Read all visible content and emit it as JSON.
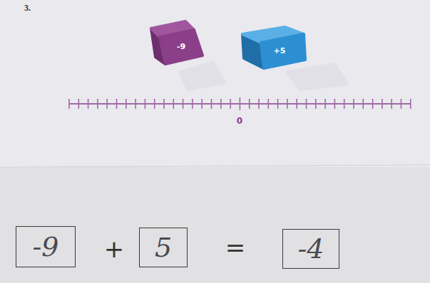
{
  "diagram": {
    "nodes": [
      {
        "text": [
          "-9"
        ]
      },
      {
        "text": [
          "+5"
        ]
      },
      {
        "text": [
          "-9"
        ]
      },
      {
        "text": [
          "5"
        ]
      },
      {
        "text": [
          "-4"
        ]
      }
    ],
    "labels": [
      "3.",
      "0",
      "+",
      "="
    ]
  }
}
